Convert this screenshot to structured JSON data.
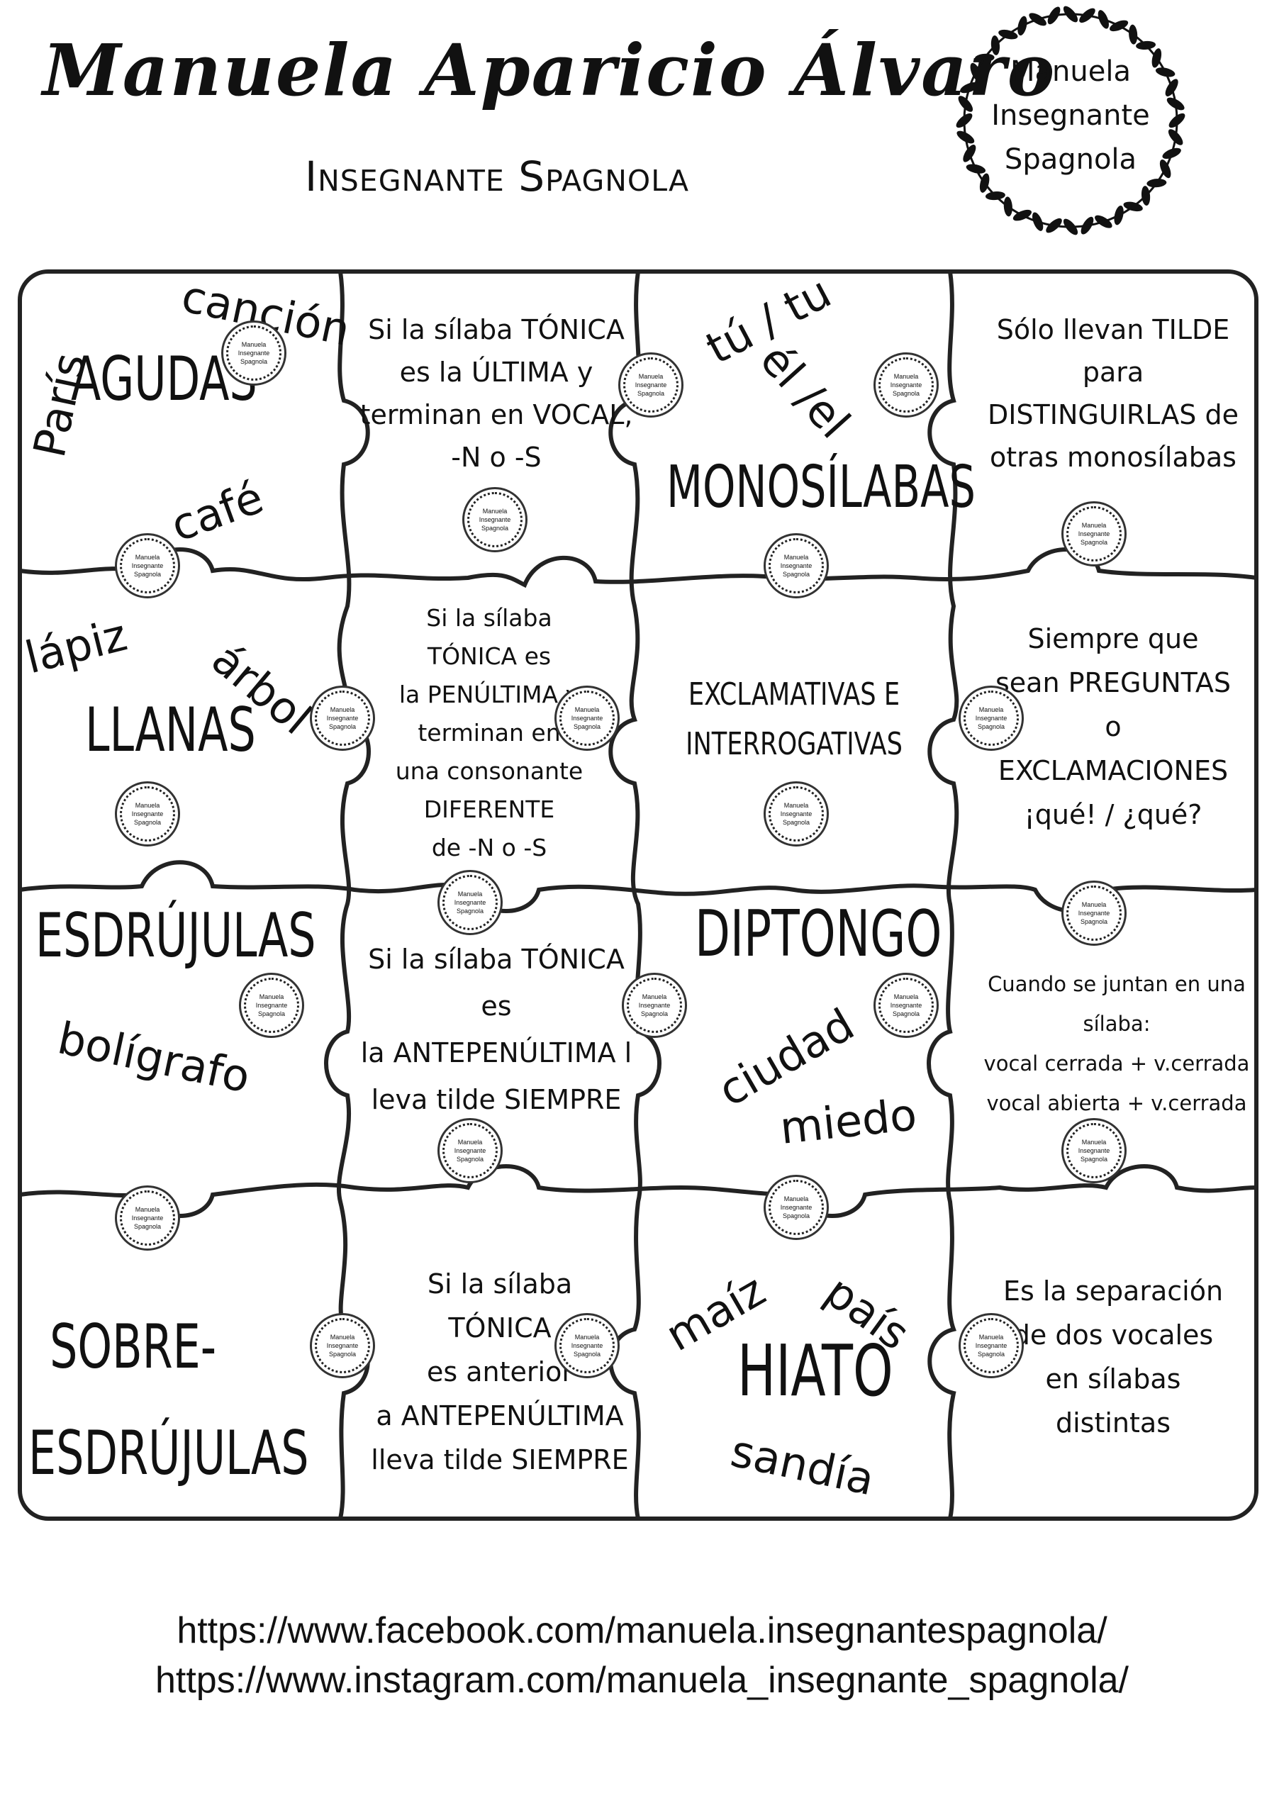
{
  "header": {
    "author": "Manuela Aparicio Álvaro",
    "subtitle": "Insegnante Spagnola"
  },
  "seal": {
    "line1": "Manuela",
    "line2": "Insegnante",
    "line3": "Spagnola"
  },
  "stamp": {
    "line1": "Manuela",
    "line2": "Insegnante",
    "line3": "Spagnola"
  },
  "row1": {
    "agudas_title": "AGUDAS",
    "agudas_words": [
      "canción",
      "París",
      "café"
    ],
    "agudas_desc": [
      "Si la sílaba TÓNICA",
      "es la ÚLTIMA y",
      "terminan en VOCAL,",
      "-N o -S"
    ],
    "mono_title": "MONOSÍLABAS",
    "mono_words": [
      "tú / tu",
      "él /el"
    ],
    "mono_desc": [
      "Sólo llevan TILDE",
      "para",
      "DISTINGUIRLAS de",
      "otras monosílabas"
    ]
  },
  "row2": {
    "llanas_title": "LLANAS",
    "llanas_words": [
      "lápiz",
      "árbol"
    ],
    "llanas_desc": [
      "Si la sílaba",
      "TÓNICA es",
      "la PENÚLTIMA y",
      "terminan en",
      "una consonante",
      "DIFERENTE",
      "de -N o -S"
    ],
    "excl_title": [
      "EXCLAMATIVAS E",
      "INTERROGATIVAS"
    ],
    "excl_desc": [
      "Siempre que",
      "sean PREGUNTAS",
      "o",
      "EXCLAMACIONES",
      "¡qué! / ¿qué?"
    ]
  },
  "row3": {
    "esdr_title": "ESDRÚJULAS",
    "esdr_words": [
      "bolígrafo"
    ],
    "esdr_desc": [
      "Si la sílaba TÓNICA",
      "es",
      "la ANTEPENÚLTIMA l",
      "leva tilde SIEMPRE"
    ],
    "dipt_title": "DIPTONGO",
    "dipt_words": [
      "ciudad",
      "miedo"
    ],
    "dipt_desc": [
      "Cuando se juntan en una",
      "sílaba:",
      "vocal cerrada + v.cerrada",
      "vocal abierta + v.cerrada"
    ]
  },
  "row4": {
    "sobre_title": [
      "SOBRE-",
      "ESDRÚJULAS"
    ],
    "sobre_desc": [
      "Si la sílaba",
      "TÓNICA",
      "es anterior",
      "a ANTEPENÚLTIMA",
      "lleva tilde SIEMPRE"
    ],
    "hiato_title": "HIATO",
    "hiato_words": [
      "maíz",
      "país",
      "sandía"
    ],
    "hiato_desc": [
      "Es la separación",
      "de dos vocales",
      "en sílabas",
      "distintas"
    ]
  },
  "links": {
    "facebook": "https://www.facebook.com/manuela.insegnantespagnola/",
    "instagram": "https://www.instagram.com/manuela_insegnante_spagnola/"
  }
}
